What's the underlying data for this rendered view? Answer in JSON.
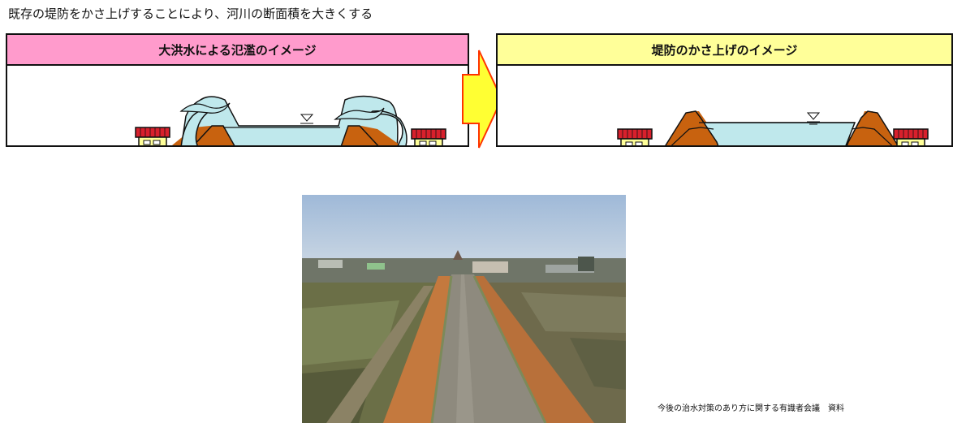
{
  "caption": "既存の堤防をかさ上げすることにより、河川の断面積を大きくする",
  "panels": {
    "left": {
      "title": "大洪水による氾濫のイメージ"
    },
    "right": {
      "title": "堤防のかさ上げのイメージ"
    }
  },
  "photo": {
    "subject": "raised-levee-embankment-photo"
  },
  "source_note": "今後の治水対策のあり方に関する有識者会議　資料",
  "colors": {
    "ground": "#c8620f",
    "water": "#bfe8ec",
    "left_header": "#ff9bcc",
    "right_header": "#ffff99",
    "arrow_fill": "#ffff33",
    "arrow_stroke": "#ff3300",
    "house_roof": "#d8202c",
    "house_wall": "#ffff99"
  }
}
